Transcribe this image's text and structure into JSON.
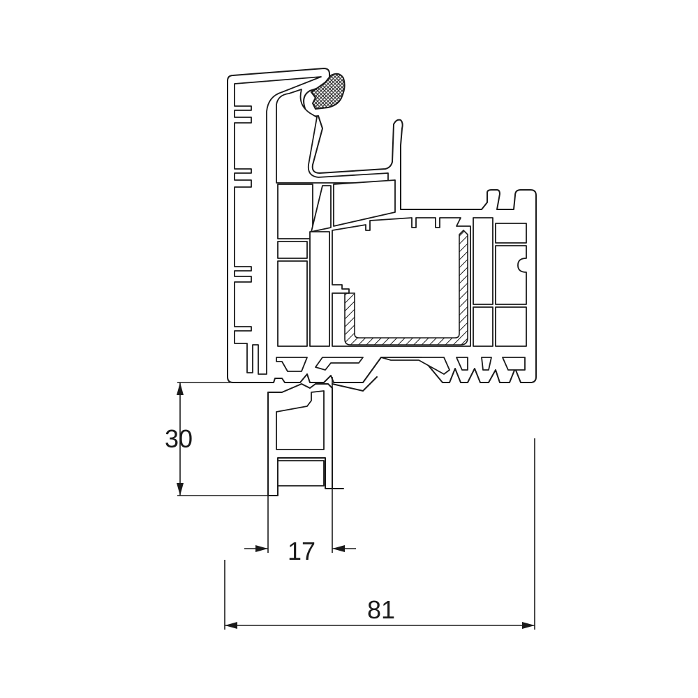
{
  "dimensions": {
    "height": "30",
    "inner_width": "17",
    "overall_width": "81"
  },
  "colors": {
    "line": "#1a1a1a",
    "background": "#ffffff",
    "seal": "#3a3a3a"
  }
}
